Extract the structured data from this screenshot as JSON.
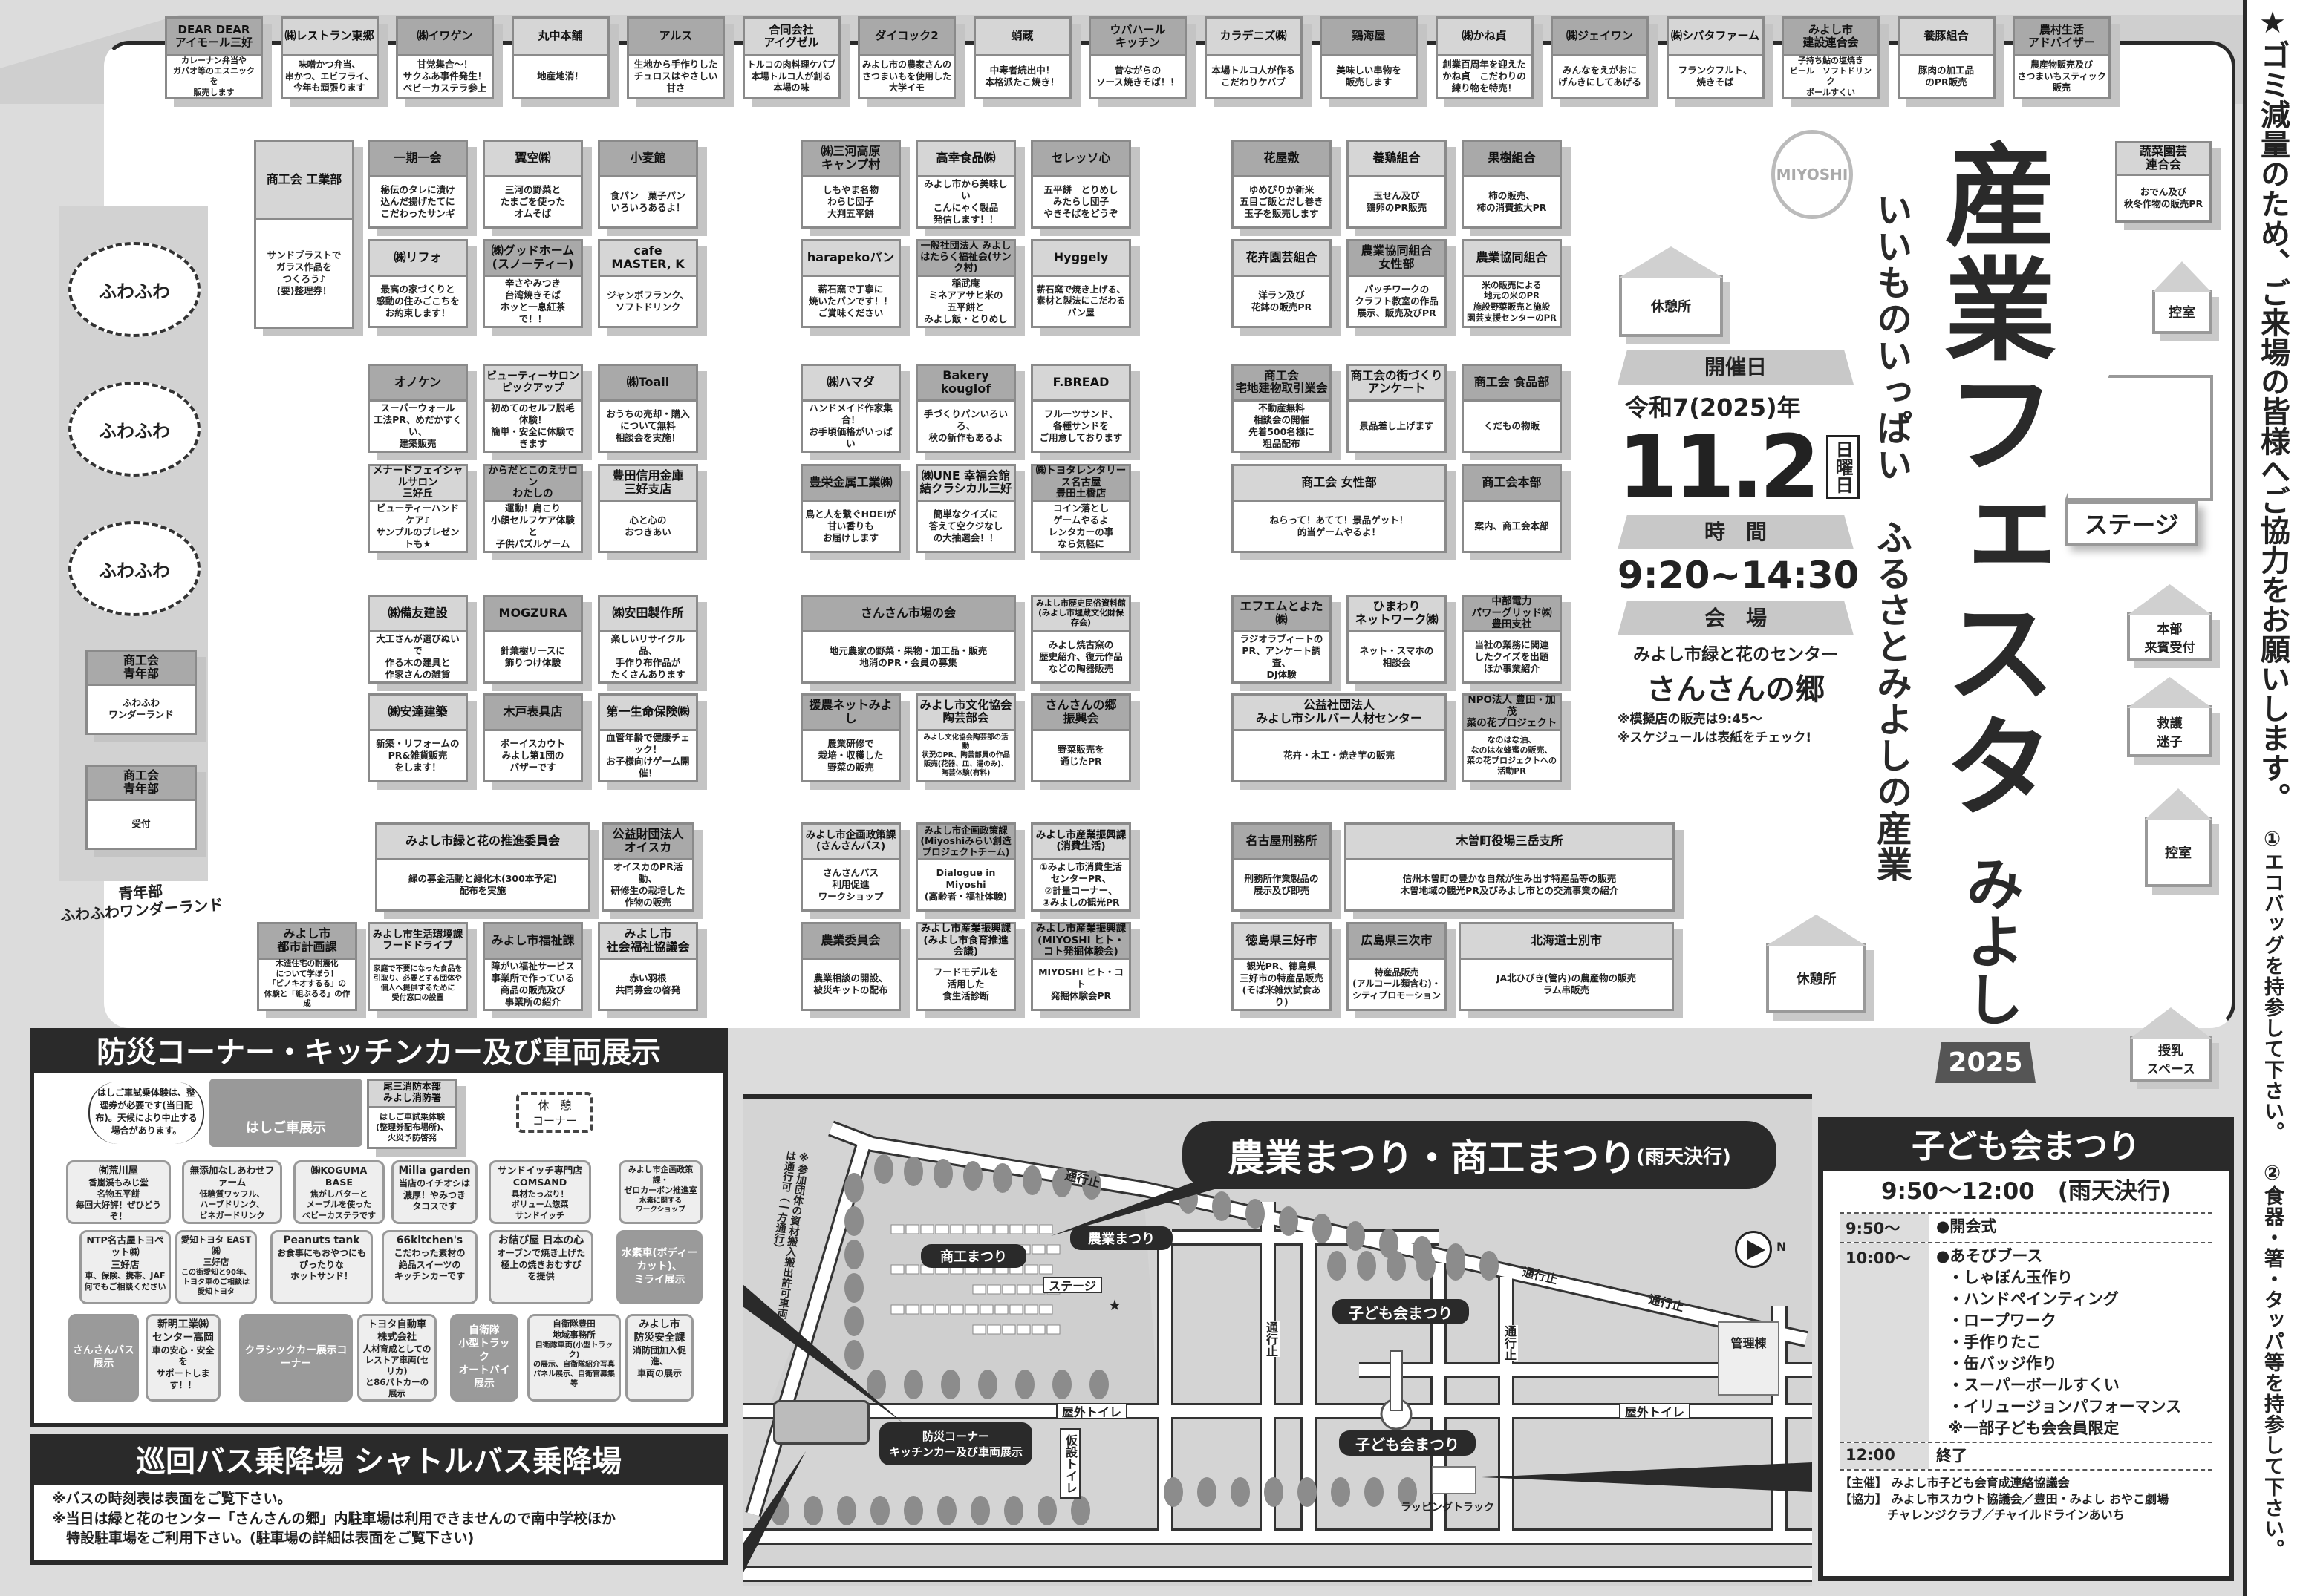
{
  "top_row": [
    {
      "name": "DEAR DEAR\nアイモール三好",
      "desc": "カレーナン弁当や\nガパオ等のエスニックを\n販売します"
    },
    {
      "name": "㈱レストラン東郷",
      "desc": "味噌かつ弁当、\n串かつ、エビフライ、\n今年も頑張ります"
    },
    {
      "name": "㈱イワゲン",
      "desc": "甘党集合～！\nサクふあ事件発生！\nベビーカステラ参上"
    },
    {
      "name": "丸中本舗",
      "desc": "地産地消！"
    },
    {
      "name": "アルス",
      "desc": "生地から手作りした\nチュロスはやさしい甘さ"
    },
    {
      "name": "合同会社\nアイグゼル",
      "desc": "トルコの肉料理ケバブ\n本場トルコ人が創る\n本場の味"
    },
    {
      "name": "ダイコック2",
      "desc": "みよし市の農家さんの\nさつまいもを使用した\n大学イモ"
    },
    {
      "name": "蛸蔵",
      "desc": "中毒者続出中！\n本格派たこ焼き！"
    },
    {
      "name": "ウバハール\nキッチン",
      "desc": "昔ながらの\nソース焼きそば！！"
    },
    {
      "name": "カラデニズ㈱",
      "desc": "本場トルコ人が作る\nこだわりケバブ"
    },
    {
      "name": "鶏海屋",
      "desc": "美味しい串物を\n販売します"
    },
    {
      "name": "㈱かね貞",
      "desc": "創業百周年を迎えた\nかね貞　こだわりの\n練り物を特売！"
    },
    {
      "name": "㈱ジェイワン",
      "desc": "みんなをえがおに\nげんきにしてあげる"
    },
    {
      "name": "㈱シバタファーム",
      "desc": "フランクフルト、\n焼きそば"
    },
    {
      "name": "みよし市\n建設連合会",
      "desc": "子持ち鮎の塩焼き\nビール　ソフトドリンク\nボールすくい"
    },
    {
      "name": "養豚組合",
      "desc": "豚肉の加工品\nのPR販売"
    },
    {
      "name": "農村生活\nアドバイザー",
      "desc": "農産物販売及び\nさつまいもスティック\n販売"
    }
  ],
  "booths": [
    {
      "name": "商工会 工業部",
      "desc": "サンドブラストで\nガラス作品を\nつくろう♪\n(要)整理券！"
    },
    {
      "name": "一期一会",
      "desc": "秘伝のタレに漬け\n込んだ揚げたてに\nこだわったサンギ"
    },
    {
      "name": "翼空㈱",
      "desc": "三河の野菜と\nたまごを使った\nオムそば"
    },
    {
      "name": "小麦館",
      "desc": "食パン　菓子パン\nいろいろあるよ！"
    },
    {
      "name": "㈱リフォ",
      "desc": "最高の家づくりと\n感動の住みごこちを\nお約束します！"
    },
    {
      "name": "㈱グッドホーム\n(スノーティー)",
      "desc": "辛さやみつき\n台湾焼きそば\nホッと一息紅茶で！！"
    },
    {
      "name": "cafe\nMASTER, K",
      "desc": "ジャンボフランク、\nソフトドリンク"
    },
    {
      "name": "㈱三河高原\nキャンプ村",
      "desc": "しもやま名物\nわらじ団子\n大判五平餅"
    },
    {
      "name": "高幸食品㈱",
      "desc": "みよし市から美味しい\nこんにゃく製品\n発信します！！"
    },
    {
      "name": "セレッソ心",
      "desc": "五平餅　とりめし\nみたらし団子\nやきそばをどうぞ"
    },
    {
      "name": "harapekoパン",
      "desc": "薪石窯で丁寧に\n焼いたパンです！！\nご賞味ください"
    },
    {
      "name": "一般社団法人 みよし\nはたらく福祉会(サンク村)",
      "desc": "稲武庵\nミネアアサヒ米の\n五平餅と\nみよし飯・とりめし"
    },
    {
      "name": "Hyggely",
      "desc": "薪石窯で焼き上げる、\n素材と製法にこだわる\nパン屋"
    },
    {
      "name": "花屋敷",
      "desc": "ゆめぴりか新米\n五目ご飯とだし巻き\n玉子を販売します"
    },
    {
      "name": "養鶏組合",
      "desc": "玉せん及び\n鶏卵のPR販売"
    },
    {
      "name": "果樹組合",
      "desc": "柿の販売、\n柿の消費拡大PR"
    },
    {
      "name": "花卉園芸組合",
      "desc": "洋ラン及び\n花鉢の販売PR"
    },
    {
      "name": "農業協同組合\n女性部",
      "desc": "パッチワークの\nクラフト教室の作品\n展示、販売及びPR"
    },
    {
      "name": "農業協同組合",
      "desc": "米の販売による\n地元の米のPR\n施設野菜販売と施設\n園芸支援センターのPR"
    },
    {
      "name": "オノケン",
      "desc": "スーパーウォール\n工法PR、めだかすくい、\n建築販売"
    },
    {
      "name": "ビューティーサロン\nピックアップ",
      "desc": "初めてのセルフ脱毛体験！\n簡単・安全に体験できます"
    },
    {
      "name": "㈱Toall",
      "desc": "おうちの売却・購入\nについて無料\n相談会を実施！"
    },
    {
      "name": "㈱ハマダ",
      "desc": "ハンドメイド作家集合！\nお手頃価格がいっぱい"
    },
    {
      "name": "Bakery\nkouglof",
      "desc": "手づくりパンいろいろ、\n秋の新作もあるよ"
    },
    {
      "name": "F.BREAD",
      "desc": "フルーツサンド、\n各種サンドを\nご用意しております"
    },
    {
      "name": "商工会\n宅地建物取引業会",
      "desc": "不動産無料\n相談会の開催\n先着500名様に\n粗品配布"
    },
    {
      "name": "商工会の街づくり\nアンケート",
      "desc": "景品差し上げます"
    },
    {
      "name": "商工会 食品部",
      "desc": "くだもの物販"
    },
    {
      "name": "メナードフェイシャルサロン\n三好丘",
      "desc": "ビューティーハンドケア♪\nサンプルのプレゼントも★"
    },
    {
      "name": "からだとこのえサロン\nわたしの",
      "desc": "運動！肩こり\n小顔セルフケア体験と\n子供パズルゲーム"
    },
    {
      "name": "豊田信用金庫\n三好支店",
      "desc": "心と心の\nおつきあい"
    },
    {
      "name": "豊栄金属工業㈱",
      "desc": "鳥と人を繋ぐHOEIが\n甘い香りも\nお届けします"
    },
    {
      "name": "㈱UNE 幸福会館\n結クラシカル三好",
      "desc": "簡単なクイズに\n答えて空クジなし\nの大抽選会！！"
    },
    {
      "name": "㈱トヨタレンタリース名古屋\n豊田土橋店",
      "desc": "コイン落とし\nゲームやるよ\nレンタカーの事\nなら気軽に"
    },
    {
      "name": "商工会 女性部",
      "desc": "ねらって！あてて！景品ゲット！\n的当ゲームやるよ！"
    },
    {
      "name": "商工会本部",
      "desc": "案内、商工会本部"
    },
    {
      "name": "㈱備友建設",
      "desc": "大工さんが選びぬいで\n作る木の建具と\n作家さんの雑貨"
    },
    {
      "name": "MOGZURA",
      "desc": "針葉樹リースに\n飾りつけ体験"
    },
    {
      "name": "㈱安田製作所",
      "desc": "楽しいリサイクル品、\n手作り布作品が\nたくさんあります"
    },
    {
      "name": "さんさん市場の会",
      "desc": "地元農家の野菜・果物・加工品・販売\n地消のPR・会員の募集"
    },
    {
      "name": "みよし市歴史民俗資料館\n(みよし市埋蔵文化財保存会)",
      "desc": "みよし焼古窯の\n歴史紹介、復元作品\nなどの陶器販売"
    },
    {
      "name": "エフエムとよた㈱",
      "desc": "ラジオラブィートの\nPR、アンケート調査、\nDJ体験"
    },
    {
      "name": "ひまわり\nネットワーク㈱",
      "desc": "ネット・スマホの\n相談会"
    },
    {
      "name": "中部電力\nパワーグリッド㈱\n豊田支社",
      "desc": "当社の業務に関連\nしたクイズを出題\nほか事業紹介"
    },
    {
      "name": "㈱安達建築",
      "desc": "新築・リフォームの\nPR&雑貨販売\nをします！"
    },
    {
      "name": "木戸表具店",
      "desc": "ボーイスカウト\nみよし第1団の\nバザーです"
    },
    {
      "name": "第一生命保険㈱",
      "desc": "血管年齢で健康チェック！\nお子様向けゲーム開催！"
    },
    {
      "name": "援農ネットみよし",
      "desc": "農業研修で\n栽培・収穫した\n野菜の販売"
    },
    {
      "name": "みよし市文化協会\n陶芸部会",
      "desc": "みよし文化協会陶芸部の活動\n状況のPR、陶芸部員の作品\n販売(花器、皿、湯のみ)、\n陶芸体験(有料)"
    },
    {
      "name": "さんさんの郷\n振興会",
      "desc": "野菜販売を\n通じたPR"
    },
    {
      "name": "公益社団法人\nみよし市シルバー人材センター",
      "desc": "花卉・木工・焼き芋の販売"
    },
    {
      "name": "NPO法人 豊田・加茂\n菜の花プロジェクト",
      "desc": "なのはな油、\nなのはな蜂蜜の販売、\n菜の花プロジェクトへの\n活動PR"
    },
    {
      "name": "みよし市緑と花の推進委員会",
      "desc": "緑の募金活動と緑化木(300本予定)\n配布を実施"
    },
    {
      "name": "公益財団法人\nオイスカ",
      "desc": "オイスカのPR活動、\n研修生の栽培した\n作物の販売"
    },
    {
      "name": "みよし市企画政策課\n(さんさんバス)",
      "desc": "さんさんバス\n利用促進\nワークショップ"
    },
    {
      "name": "みよし市企画政策課\n(Miyoshiみらい創造プロジェクトチーム)",
      "desc": "Dialogue in Miyoshi\n(高齢者・福祉体験)"
    },
    {
      "name": "みよし市産業振興課\n(消費生活)",
      "desc": "①みよし市消費生活\nセンターPR、\n②計量コーナー、\n③みよしの観光PR"
    },
    {
      "name": "名古屋刑務所",
      "desc": "刑務所作業製品の\n展示及び即売"
    },
    {
      "name": "木曽町役場三岳支所",
      "desc": "信州木曽町の豊かな自然が生み出す特産品等の販売\n木曽地域の観光PR及びみよし市との交流事業の紹介"
    },
    {
      "name": "みよし市\n都市計画課",
      "desc": "木造住宅の耐震化\nについて学ぼう！\n「ピノキオするる」の\n体験と「組ぶるる」の作成"
    },
    {
      "name": "みよし市生活環境課\nフードドライブ",
      "desc": "家庭で不要になった食品を\n引取り、必要とする団体や\n個人へ提供するために\n受付窓口の設置"
    },
    {
      "name": "みよし市福祉課",
      "desc": "障がい福祉サービス\n事業所で作っている\n商品の販売及び\n事業所の紹介"
    },
    {
      "name": "みよし市\n社会福祉協議会",
      "desc": "赤い羽根\n共同募金の啓発"
    },
    {
      "name": "農業委員会",
      "desc": "農業相談の開設、\n被災キットの配布"
    },
    {
      "name": "みよし市産業振興課\n(みよし市食育推進会議)",
      "desc": "フードモデルを\n活用した\n食生活診断"
    },
    {
      "name": "みよし市産業振興課\n(MIYOSHI ヒト・コト発掘体験会)",
      "desc": "MIYOSHI ヒト・コト\n発掘体験会PR"
    },
    {
      "name": "徳島県三好市",
      "desc": "観光PR、徳島県\n三好市の特産品販売\n(そば米雑炊試食あり)"
    },
    {
      "name": "広島県三次市",
      "desc": "特産品販売\n(アルコール類含む)・\nシティプロモーション"
    },
    {
      "name": "北海道士別市",
      "desc": "JA北ひびき(管内)の農産物の販売\nラム串販売"
    }
  ],
  "left_area": {
    "fuwafuwa": [
      "ふわふわ",
      "ふわふわ",
      "ふわふわ"
    ],
    "seinenbu_wonder": {
      "name": "商工会\n青年部",
      "desc": "ふわふわ\nワンダーランド"
    },
    "seinenbu_uketsuke": {
      "name": "商工会\n青年部",
      "desc": "受付"
    },
    "label": "青年部\nふわふわワンダーランド"
  },
  "right_area": {
    "sosai": {
      "name": "蔬菜園芸\n連合会",
      "desc": "おでん及び\n秋冬作物の販売PR"
    },
    "hikaeshitsu1": "控室",
    "stage": "ステージ",
    "honbu": "本部\n来賓受付",
    "kyugo": "救護\n迷子",
    "hikaeshitsu2": "控室",
    "junyu": "授乳\nスペース"
  },
  "rest_areas": [
    "休憩所",
    "休憩所"
  ],
  "event": {
    "title": "産業フェスタ",
    "title_sub": "みよし",
    "subtitle": "いいものいっぱい　ふるさとみよしの産業",
    "year_badge": "2025",
    "seal": "MIYOSHI",
    "date_label": "開催日",
    "year": "令和7(2025)年",
    "date": "11.2",
    "weekday": "日曜日",
    "time_label": "時　間",
    "time": "9:20~14:30",
    "venue_label": "会　場",
    "venue": "みよし市緑と花のセンター",
    "venue_name": "さんさんの郷",
    "notes": [
      "※模擬店の販売は9:45～",
      "※スケジュールは表紙をチェック!"
    ]
  },
  "bousai": {
    "title": "防災コーナー・キッチンカー及び車両展示",
    "note": "はしご車試乗体験は、整理券が必要です(当日配布)。天候により中止する場合があります。",
    "ladder": "はしご車展示",
    "fire": {
      "name": "尾三消防本部\nみよし消防署",
      "desc": "はしご車試乗体験\n(整理券配布場所)、\n火災予防啓発"
    },
    "rest": "休　憩\nコーナー",
    "row1": [
      {
        "name": "㈲荒川屋",
        "desc": "香嵐渓もみじ堂\n名物五平餅\n毎回大好評！ぜひどうぞ！"
      },
      {
        "name": "無添加なしあわせファーム",
        "desc": "低糖質ワッフル、\nハーブドリンク、\nビネガードリンク"
      },
      {
        "name": "㈱KOGUMA BASE",
        "desc": "焦がしバターと\nメープルを使った\nベビーカステラです"
      },
      {
        "name": "Milla garden",
        "desc": "当店のイチオシは\n濃厚！やみつき\nタコスです"
      },
      {
        "name": "サンドイッチ専門店\nCOMSAND",
        "desc": "具材たっぷり！\nボリューム惣菜\nサンドイッチ"
      },
      {
        "name": "みよし市企画政策課・\nゼロカーボン推進室",
        "desc": "水素に関する\nワークショップ"
      }
    ],
    "row2": [
      {
        "name": "NTP名古屋トヨペット㈱\n三好店",
        "desc": "車、保険、携帯、JAF\n何でもご相談ください"
      },
      {
        "name": "愛知トヨタ EAST㈱\n三好店",
        "desc": "この街愛知と90年、\nトヨタ車のご相談は\n愛知トヨタ"
      },
      {
        "name": "Peanuts tank",
        "desc": "お食事にもおやつにも\nぴったりな\nホットサンド！"
      },
      {
        "name": "66kitchen's",
        "desc": "こだわった素材の\n絶品スイーツの\nキッチンカーです"
      },
      {
        "name": "お結び屋 日本の心",
        "desc": "オーブンで焼き上げた\n極上の焼きおむすび\nを提供"
      },
      {
        "name": "水素車(ボディーカット)、\nミライ展示",
        "desc": ""
      }
    ],
    "row3": [
      {
        "name": "さんさんバス\n展示",
        "desc": ""
      },
      {
        "name": "新明工業㈱\nセンター高岡",
        "desc": "車の安心・安全を\nサポートします！！"
      },
      {
        "name": "クラシックカー展示コーナー",
        "desc": ""
      },
      {
        "name": "トヨタ自動車\n株式会社",
        "desc": "人材育成としての\nレストア車両(セリカ)\nと86パトカーの展示"
      },
      {
        "name": "自衛隊\n小型トラック\nオートバイ展示",
        "desc": ""
      },
      {
        "name": "自衛隊豊田\n地域事務所",
        "desc": "自衛隊車両(小型トラック)\nの展示、自衛隊紹介写真\nパネル展示、自衛官募集等"
      },
      {
        "name": "みよし市\n防災安全課",
        "desc": "消防団加入促進、\n車両の展示"
      }
    ]
  },
  "bus": {
    "title": "巡回バス乗降場 シャトルバス乗降場",
    "notes": [
      "※バスの時刻表は表面をご覧下さい。",
      "※当日は緑と花のセンター「さんさんの郷」内駐車場は利用できませんので南中学校ほか\n　特設駐車場をご利用下さい。(駐車場の詳細は表面をご覧下さい)"
    ]
  },
  "map": {
    "callout": "農業まつり・商工まつり",
    "callout_sub": "(雨天決行)",
    "shoko": "商工まつり",
    "nogyo": "農業まつり",
    "stage": "ステージ",
    "kodomo1": "子ども会まつり",
    "kodomo2": "子ども会まつり",
    "bousai": "防災コーナー\nキッチンカー及び車両展示",
    "toilet1": "屋外トイレ",
    "toilet2": "屋外トイレ",
    "temp_toilet": "仮設トイレ",
    "kanri": "管理棟",
    "truck": "ラッピングトラック",
    "closed": "通行止",
    "north": "N",
    "vehicle_note": "※参加団体の資材搬入搬出許可車両は通行可（一方通行）"
  },
  "kids": {
    "title": "子ども会まつり",
    "time": "9:50～12:00　(雨天決行)",
    "schedule": [
      {
        "time": "9:50～",
        "items": [
          "●開会式"
        ]
      },
      {
        "time": "10:00～",
        "items": [
          "●あそびブース",
          "・しゃぼん玉作り",
          "・ハンドペインティング",
          "・ロープワーク",
          "・手作りたこ",
          "・缶バッジ作り",
          "・スーパーボールすくい",
          "・イリュージョンパフォーマンス",
          "※一部子ども会会員限定"
        ]
      },
      {
        "time": "12:00",
        "items": [
          "終了"
        ]
      }
    ],
    "host": "【主催】 みよし市子ども会育成連絡協議会",
    "coop": "【協力】 みよし市スカウト協議会／豊田・みよし おやこ劇場\n　　　　チャレンジクラブ／チャイルドラインあいち"
  },
  "banner": {
    "headline": "★ゴミ減量のため、ご来場の皆様へご協力をお願いします。",
    "items": [
      "①エコバッグを持参して下さい。",
      "②食器・箸・タッパ等を持参して下さい。"
    ]
  }
}
